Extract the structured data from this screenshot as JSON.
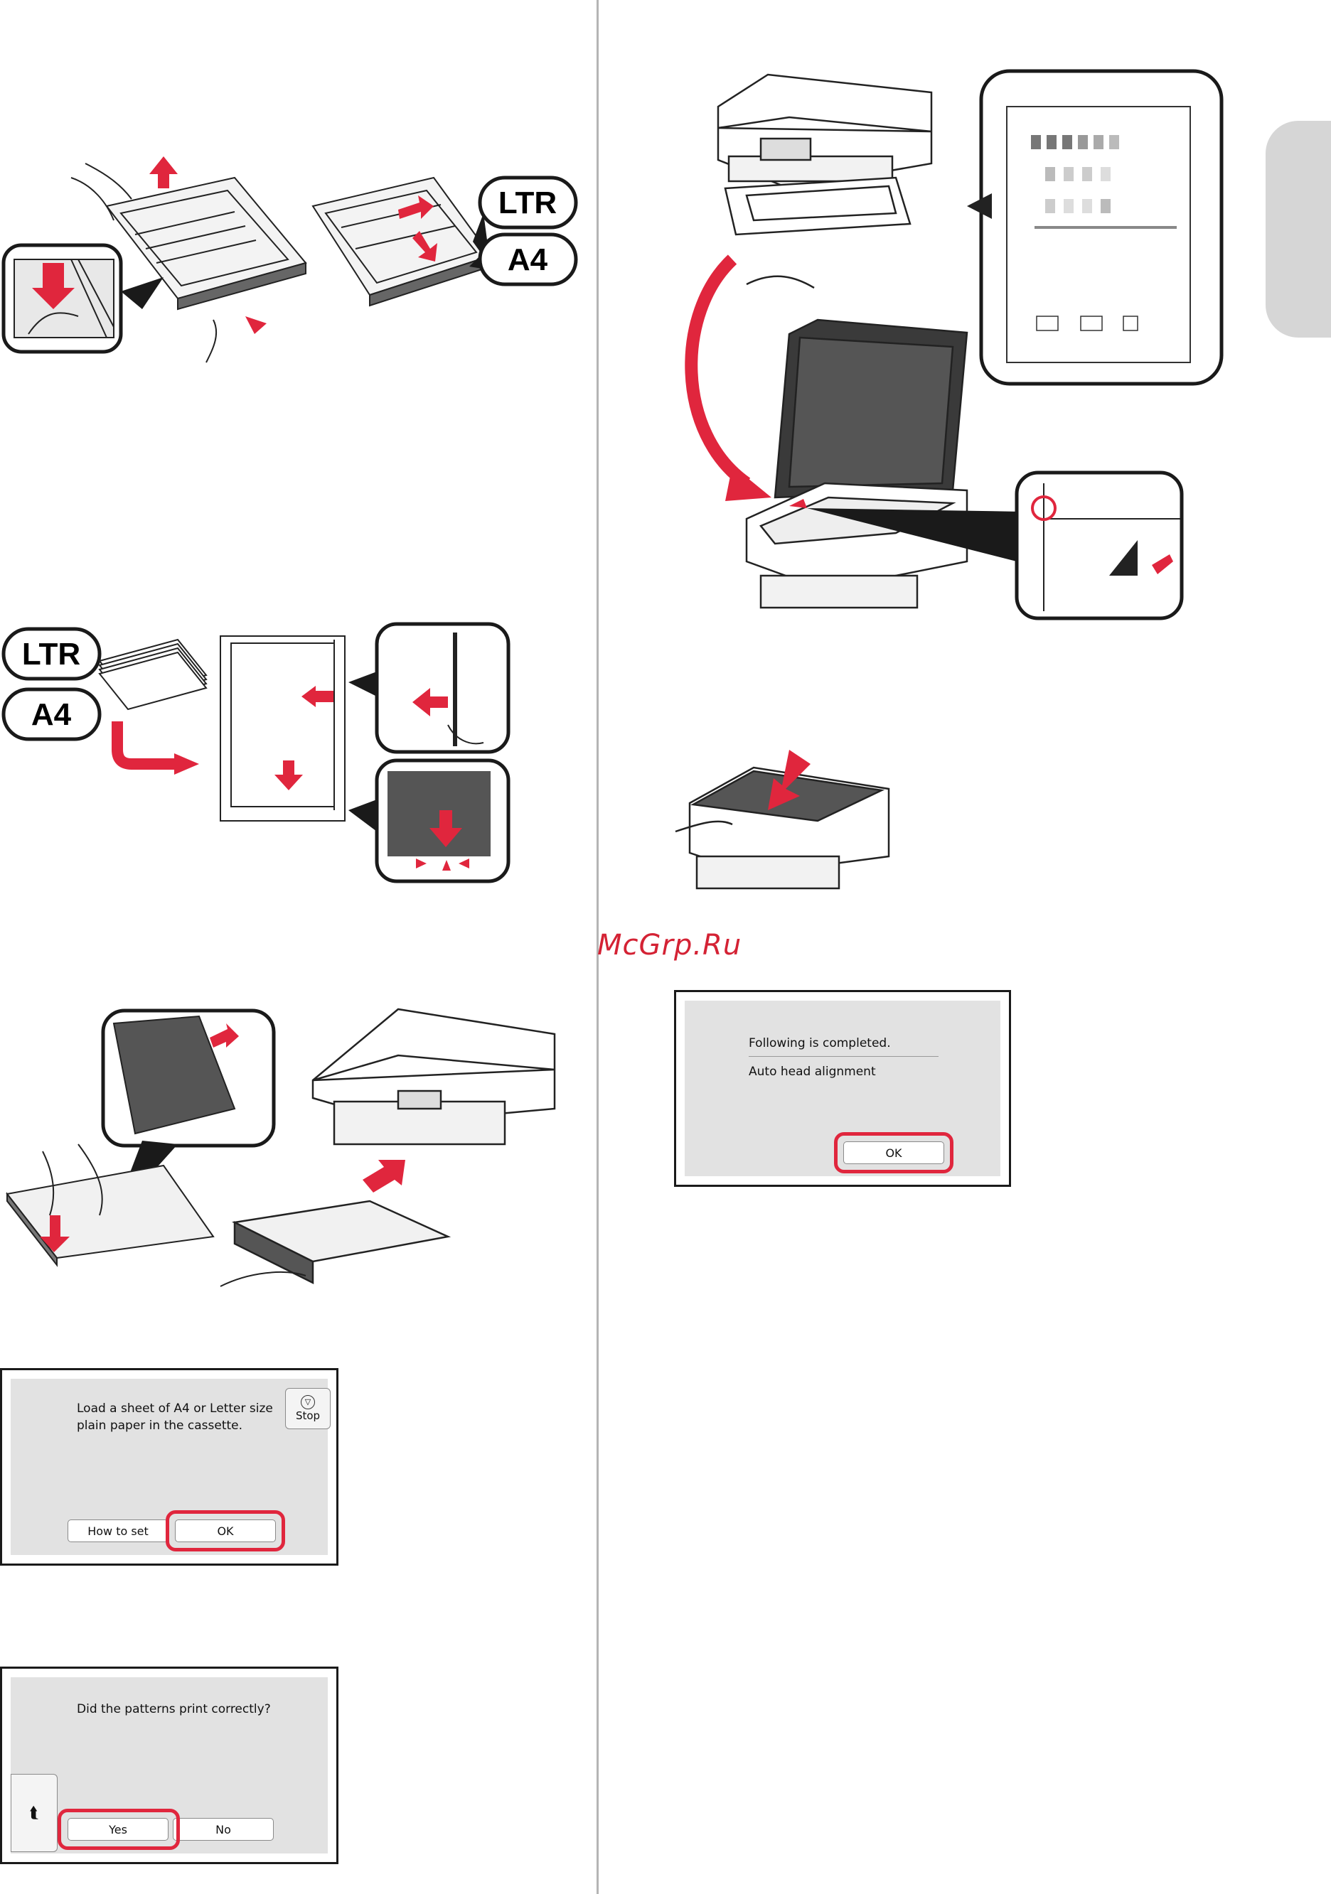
{
  "page": {
    "side_tab": ""
  },
  "labels": {
    "ltr": "LTR",
    "a4": "A4"
  },
  "watermark": "McGrp.Ru",
  "screens": {
    "load_paper": {
      "message": "Load a sheet of A4 or Letter size\nplain paper in the cassette.",
      "stop_label": "Stop",
      "how_to_set_label": "How to set",
      "ok_label": "OK"
    },
    "patterns": {
      "message": "Did the patterns print correctly?",
      "yes_label": "Yes",
      "no_label": "No"
    },
    "completed": {
      "message": "Following is completed.",
      "item": "Auto head alignment",
      "ok_label": "OK"
    }
  },
  "colors": {
    "accent": "#e0263d",
    "panel_gray": "#e2e2e2",
    "dark_gray": "#8a8a8a"
  },
  "icons": [
    "stop-icon",
    "back-arrow-icon",
    "arrow-icon",
    "printer-icon",
    "hand-icon",
    "paper-cassette-icon"
  ]
}
